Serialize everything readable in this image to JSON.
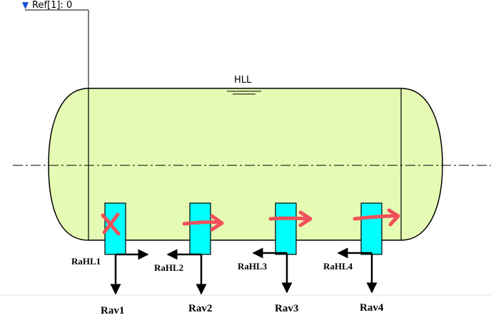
{
  "reference": {
    "text": "Ref[1]: 0"
  },
  "vessel": {
    "level_label": "HLL",
    "colors": {
      "fill": "#e5fbb4",
      "outline": "#000000",
      "nozzle": "#00ffff",
      "flow_mark": "#f0505a"
    }
  },
  "nozzles": [
    {
      "id": "RaHL1",
      "label": "RaHL1",
      "outlet": "Rav1",
      "side_outlet": "right",
      "flow_state": "blocked"
    },
    {
      "id": "RaHL2",
      "label": "RaHL2",
      "outlet": "Rav2",
      "side_outlet": "left",
      "flow_state": "flowing"
    },
    {
      "id": "RaHL3",
      "label": "RaHL3",
      "outlet": "Rav3",
      "side_outlet": "left",
      "flow_state": "flowing"
    },
    {
      "id": "RaHL4",
      "label": "RaHL4",
      "outlet": "Rav4",
      "side_outlet": "left",
      "flow_state": "flowing"
    }
  ]
}
